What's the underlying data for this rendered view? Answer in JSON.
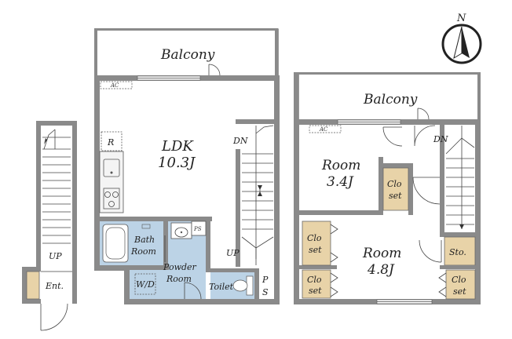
{
  "compass": {
    "north_label": "N"
  },
  "floor1": {
    "balcony": "Balcony",
    "ldk_name": "LDK",
    "ldk_size": "10.3J",
    "ac": "AC",
    "refrigerator": "R",
    "dn": "DN",
    "up": "UP",
    "bath_line1": "Bath",
    "bath_line2": "Room",
    "ps": "PS",
    "powder_line1": "Powder",
    "powder_line2": "Room",
    "wd": "W/D",
    "toilet": "Toilet",
    "ps2_line1": "P",
    "ps2_line2": "S"
  },
  "entrance": {
    "up": "UP",
    "ent": "Ent."
  },
  "floor2": {
    "balcony": "Balcony",
    "ac": "AC",
    "dn": "DN",
    "room1_name": "Room",
    "room1_size": "3.4J",
    "closet_a_line1": "Clo",
    "closet_a_line2": "set",
    "closet_b_line1": "Clo",
    "closet_b_line2": "set",
    "closet_c_line1": "Clo",
    "closet_c_line2": "set",
    "closet_d_line1": "Clo",
    "closet_d_line2": "set",
    "room2_name": "Room",
    "room2_size": "4.8J",
    "storage": "Sto."
  },
  "colors": {
    "wall": "#8a8a8a",
    "closet": "#e8d3a8",
    "wet_area": "#bcd3e6"
  }
}
